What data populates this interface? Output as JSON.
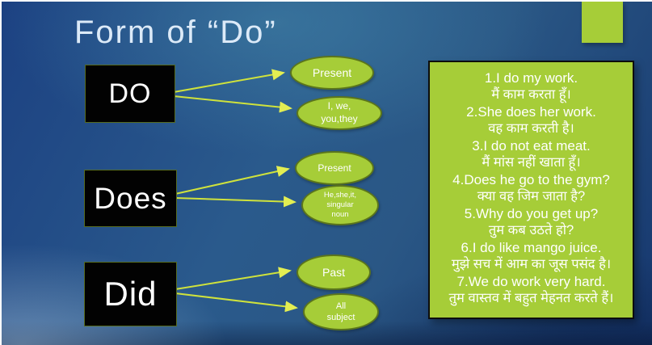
{
  "colors": {
    "accent_green": "#a6cd38",
    "ellipse_border": "#5b751c",
    "arrow_yellow_green": "#d9e64a",
    "title_text": "#dceaf8",
    "background_blue": "#2a5a8c",
    "box_black": "#020202"
  },
  "title": "Form of “Do”",
  "diagram": {
    "rows": [
      {
        "box": "DO",
        "tense": "Present",
        "subjects": "I, we,\nyou,they"
      },
      {
        "box": "Does",
        "tense": "Present",
        "subjects": "He,she,it,\nsingular\nnoun"
      },
      {
        "box": "Did",
        "tense": "Past",
        "subjects": "All\nsubject"
      }
    ]
  },
  "examples": {
    "lines": [
      "1.I do my work.",
      "मैं काम करता हूँ।",
      "2.She does her work.",
      "वह काम करती है।",
      "3.I do not eat meat.",
      "मैं मांस नहीं खाता हूँ।",
      "4.Does he go to the gym?",
      "क्या वह जिम जाता है?",
      "5.Why do you get up?",
      "तुम कब उठते हो?",
      "6.I do like mango juice.",
      "मुझे सच में आम का जूस पसंद है।",
      "7.We do work very hard.",
      "तुम वास्तव में बहुत मेहनत करते हैं।"
    ]
  }
}
